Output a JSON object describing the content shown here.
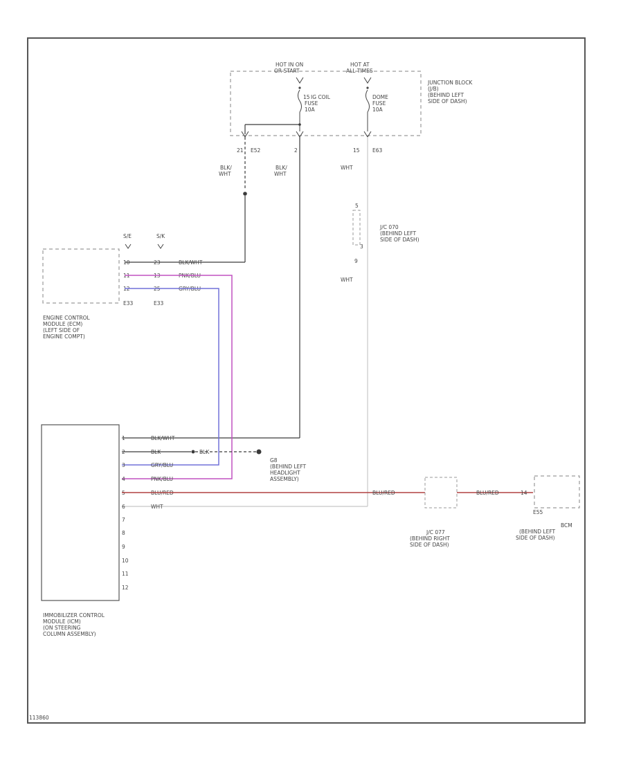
{
  "power": {
    "hot_run": [
      "HOT IN ON",
      "OR START"
    ],
    "hot_all": [
      "HOT AT",
      "ALL TIMES"
    ],
    "fuse_igcoil": [
      "15",
      "IG COIL",
      "FUSE",
      "10A"
    ],
    "fuse_dome": [
      "DOME",
      "FUSE",
      "10A"
    ]
  },
  "junction_block": [
    "JUNCTION BLOCK",
    "(J/B)",
    "(BEHIND LEFT",
    "SIDE OF DASH)"
  ],
  "jb_pins": {
    "p1": "21",
    "c1": "E52",
    "p2": "2",
    "p3": "15",
    "c3": "E63"
  },
  "wires_upper": {
    "blk_wht_a": [
      "BLK/",
      "WHT"
    ],
    "blk_wht_b": [
      "BLK/",
      "WHT"
    ],
    "wht_a": "WHT",
    "wht_b": "WHT"
  },
  "jc_left": {
    "pin_top": "5",
    "pin_bottom": "3",
    "name": [
      "J/C 070",
      "(BEHIND LEFT",
      "SIDE OF DASH)"
    ],
    "below": "9"
  },
  "ecm": {
    "engine_labels": [
      "S/E",
      "S/K"
    ],
    "rows": [
      {
        "p1": "10",
        "p2": "23",
        "wire": "BLK/WHT"
      },
      {
        "p1": "11",
        "p2": "13",
        "wire": "PNK/BLU"
      },
      {
        "p1": "12",
        "p2": "25",
        "wire": "GRY/BLU"
      }
    ],
    "connectors": [
      "E33",
      "E33"
    ],
    "name": [
      "ENGINE CONTROL",
      "MODULE (ECM)",
      "(LEFT SIDE OF",
      "ENGINE COMPT)"
    ]
  },
  "immobilizer": {
    "pins": [
      "1",
      "2",
      "3",
      "4",
      "5",
      "6",
      "7",
      "8",
      "9",
      "10",
      "11",
      "12"
    ],
    "wires": [
      "BLK/WHT",
      "BLK",
      "GRY/BLU",
      "PNK/BLU",
      "BLU/RED",
      "WHT"
    ],
    "name": [
      "IMMOBILIZER CONTROL",
      "MODULE (ICM)",
      "(ON STEERING",
      "COLUMN ASSEMBLY)"
    ]
  },
  "ground": {
    "wire": "BLK",
    "name": [
      "G8",
      "(BEHIND LEFT",
      "HEADLIGHT",
      "ASSEMBLY)"
    ]
  },
  "jc_right": {
    "wire_in": "BLU/RED",
    "wire_out": "BLU/RED",
    "name": [
      "J/C 077",
      "(BEHIND RIGHT",
      "SIDE OF DASH)"
    ]
  },
  "bcm": {
    "connector": "E55",
    "pin": "14",
    "name": [
      "BCM",
      "(BEHIND LEFT",
      "SIDE OF DASH)"
    ]
  },
  "footer": "113860",
  "colors": {
    "frame": "#555555",
    "wire_dark": "#3a3a3a",
    "wire_light": "#c8c8c8",
    "pink": "#c050c0",
    "blue": "#7070d8",
    "red": "#b04040"
  }
}
